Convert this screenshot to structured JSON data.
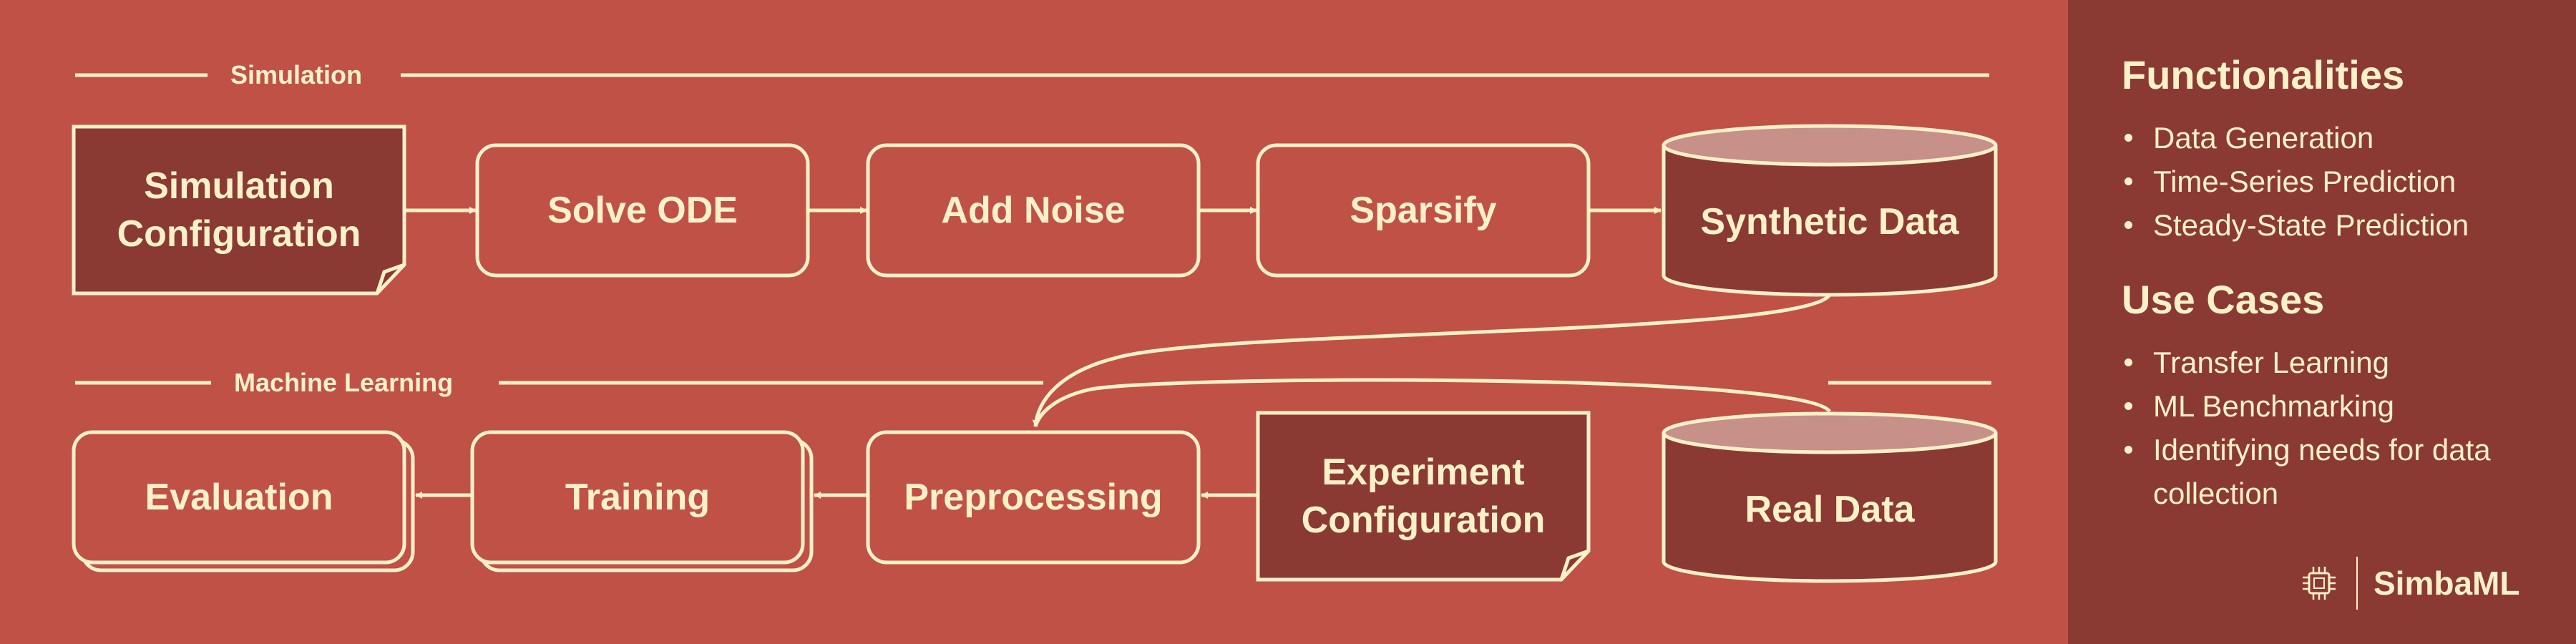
{
  "colors": {
    "background": "#c05147",
    "dark_fill": "#8b3a33",
    "stroke": "#fbf1c9",
    "db_top": "#c79089"
  },
  "sections": {
    "simulation": "Simulation",
    "machine_learning": "Machine Learning"
  },
  "nodes": {
    "simulation_configuration": "Simulation\nConfiguration",
    "solve_ode": "Solve ODE",
    "add_noise": "Add Noise",
    "sparsify": "Sparsify",
    "synthetic_data": "Synthetic Data",
    "evaluation": "Evaluation",
    "training": "Training",
    "preprocessing": "Preprocessing",
    "experiment_configuration": "Experiment\nConfiguration",
    "real_data": "Real Data"
  },
  "panel": {
    "functionalities_title": "Functionalities",
    "functionalities": [
      "Data Generation",
      "Time-Series Prediction",
      "Steady-State Prediction"
    ],
    "use_cases_title": "Use Cases",
    "use_cases": [
      "Transfer Learning",
      "ML Benchmarking",
      "Identifying needs for data collection"
    ],
    "brand": "SimbaML",
    "brand_icon": "chip-icon"
  }
}
